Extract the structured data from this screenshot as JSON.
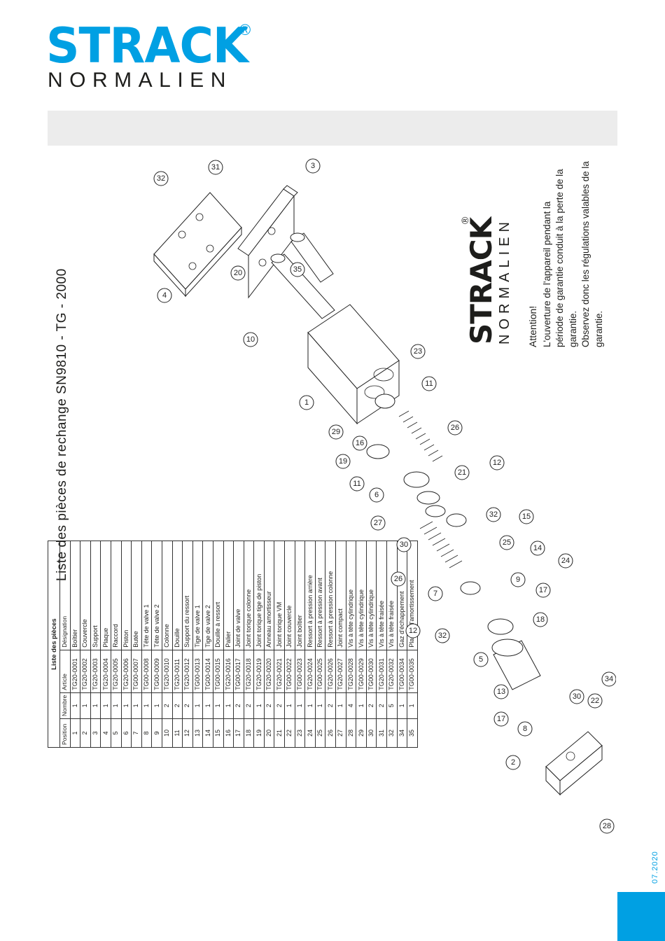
{
  "brand": {
    "name_top": "STRACK",
    "name_bottom": "NORMALIEN",
    "registered": "®",
    "color": "#00a0e3"
  },
  "title": "Liste des pièces de rechange SN9810 - TG - 2000",
  "table": {
    "caption": "Liste des pièces",
    "headers": [
      "Position",
      "Nombre",
      "Article",
      "Désignation"
    ],
    "rows": [
      [
        "1",
        "1",
        "TG20-0001",
        "Boîtier"
      ],
      [
        "2",
        "1",
        "TG20-0002",
        "Couvercle"
      ],
      [
        "3",
        "1",
        "TG20-0003",
        "Support"
      ],
      [
        "4",
        "1",
        "TG20-0004",
        "Plaque"
      ],
      [
        "5",
        "1",
        "TG20-0005",
        "Raccord"
      ],
      [
        "6",
        "1",
        "TG20-0006",
        "Piston"
      ],
      [
        "7",
        "1",
        "TG00-0007",
        "Butée"
      ],
      [
        "8",
        "1",
        "TG00-0008",
        "Tête de valve 1"
      ],
      [
        "9",
        "1",
        "TG00-0009",
        "Tête de valve 2"
      ],
      [
        "10",
        "2",
        "TG20-0010",
        "Colonne"
      ],
      [
        "11",
        "2",
        "TG20-0011",
        "Douille"
      ],
      [
        "12",
        "2",
        "TG20-0012",
        "Support du ressort"
      ],
      [
        "13",
        "1",
        "TG00-0013",
        "Tige de valve 1"
      ],
      [
        "14",
        "1",
        "TG00-0014",
        "Tige de valve 2"
      ],
      [
        "15",
        "1",
        "TG00-0015",
        "Douille à ressort"
      ],
      [
        "16",
        "1",
        "TG20-0016",
        "Palier"
      ],
      [
        "17",
        "2",
        "TG00-0017",
        "Joint de valve"
      ],
      [
        "18",
        "2",
        "TG20-0018",
        "Joint torique colonne"
      ],
      [
        "19",
        "1",
        "TG20-0019",
        "Joint torique tige de piston"
      ],
      [
        "20",
        "2",
        "TG20-0020",
        "Anneau amortisseur"
      ],
      [
        "21",
        "2",
        "TG20-0021",
        "Joint torique VM"
      ],
      [
        "22",
        "1",
        "TG00-0022",
        "Joint couvercle"
      ],
      [
        "23",
        "1",
        "TG00-0023",
        "Joint boîtier"
      ],
      [
        "24",
        "1",
        "TG20-0024",
        "Ressort à pression arrière"
      ],
      [
        "25",
        "1",
        "TG00-0025",
        "Ressort à pression avant"
      ],
      [
        "26",
        "2",
        "TG20-0026",
        "Ressort à pression colonne"
      ],
      [
        "27",
        "1",
        "TG20-0027",
        "Joint compact"
      ],
      [
        "28",
        "4",
        "TG20-0028",
        "Vis à tête cylindrique"
      ],
      [
        "29",
        "1",
        "TG00-0029",
        "Vis à tête cylindrique"
      ],
      [
        "30",
        "2",
        "TG00-0030",
        "Vis à tête cylindrique"
      ],
      [
        "31",
        "2",
        "TG20-0031",
        "Vis à tête fraisée"
      ],
      [
        "32",
        "5",
        "TG20-0032",
        "Vis à tête fraisée"
      ],
      [
        "34",
        "1",
        "TG00-0034",
        "Gaz d'échappement"
      ],
      [
        "35",
        "1",
        "TG00-0035",
        "Plaque d'amortissement"
      ]
    ]
  },
  "attention": {
    "title": "Attention!",
    "lines": [
      "L'ouverture de l'appareil pendant la",
      "période de garantie conduit à la perte de la",
      "garantie.",
      "Observez donc les régulations valables de la",
      "garantie."
    ]
  },
  "date": "07.2020",
  "callouts": [
    "1",
    "2",
    "3",
    "4",
    "5",
    "6",
    "7",
    "8",
    "9",
    "10",
    "11",
    "11",
    "12",
    "12",
    "13",
    "14",
    "15",
    "16",
    "17",
    "17",
    "18",
    "19",
    "20",
    "21",
    "22",
    "23",
    "24",
    "25",
    "26",
    "26",
    "27",
    "28",
    "29",
    "30",
    "30",
    "31",
    "32",
    "32",
    "32",
    "34",
    "35"
  ]
}
